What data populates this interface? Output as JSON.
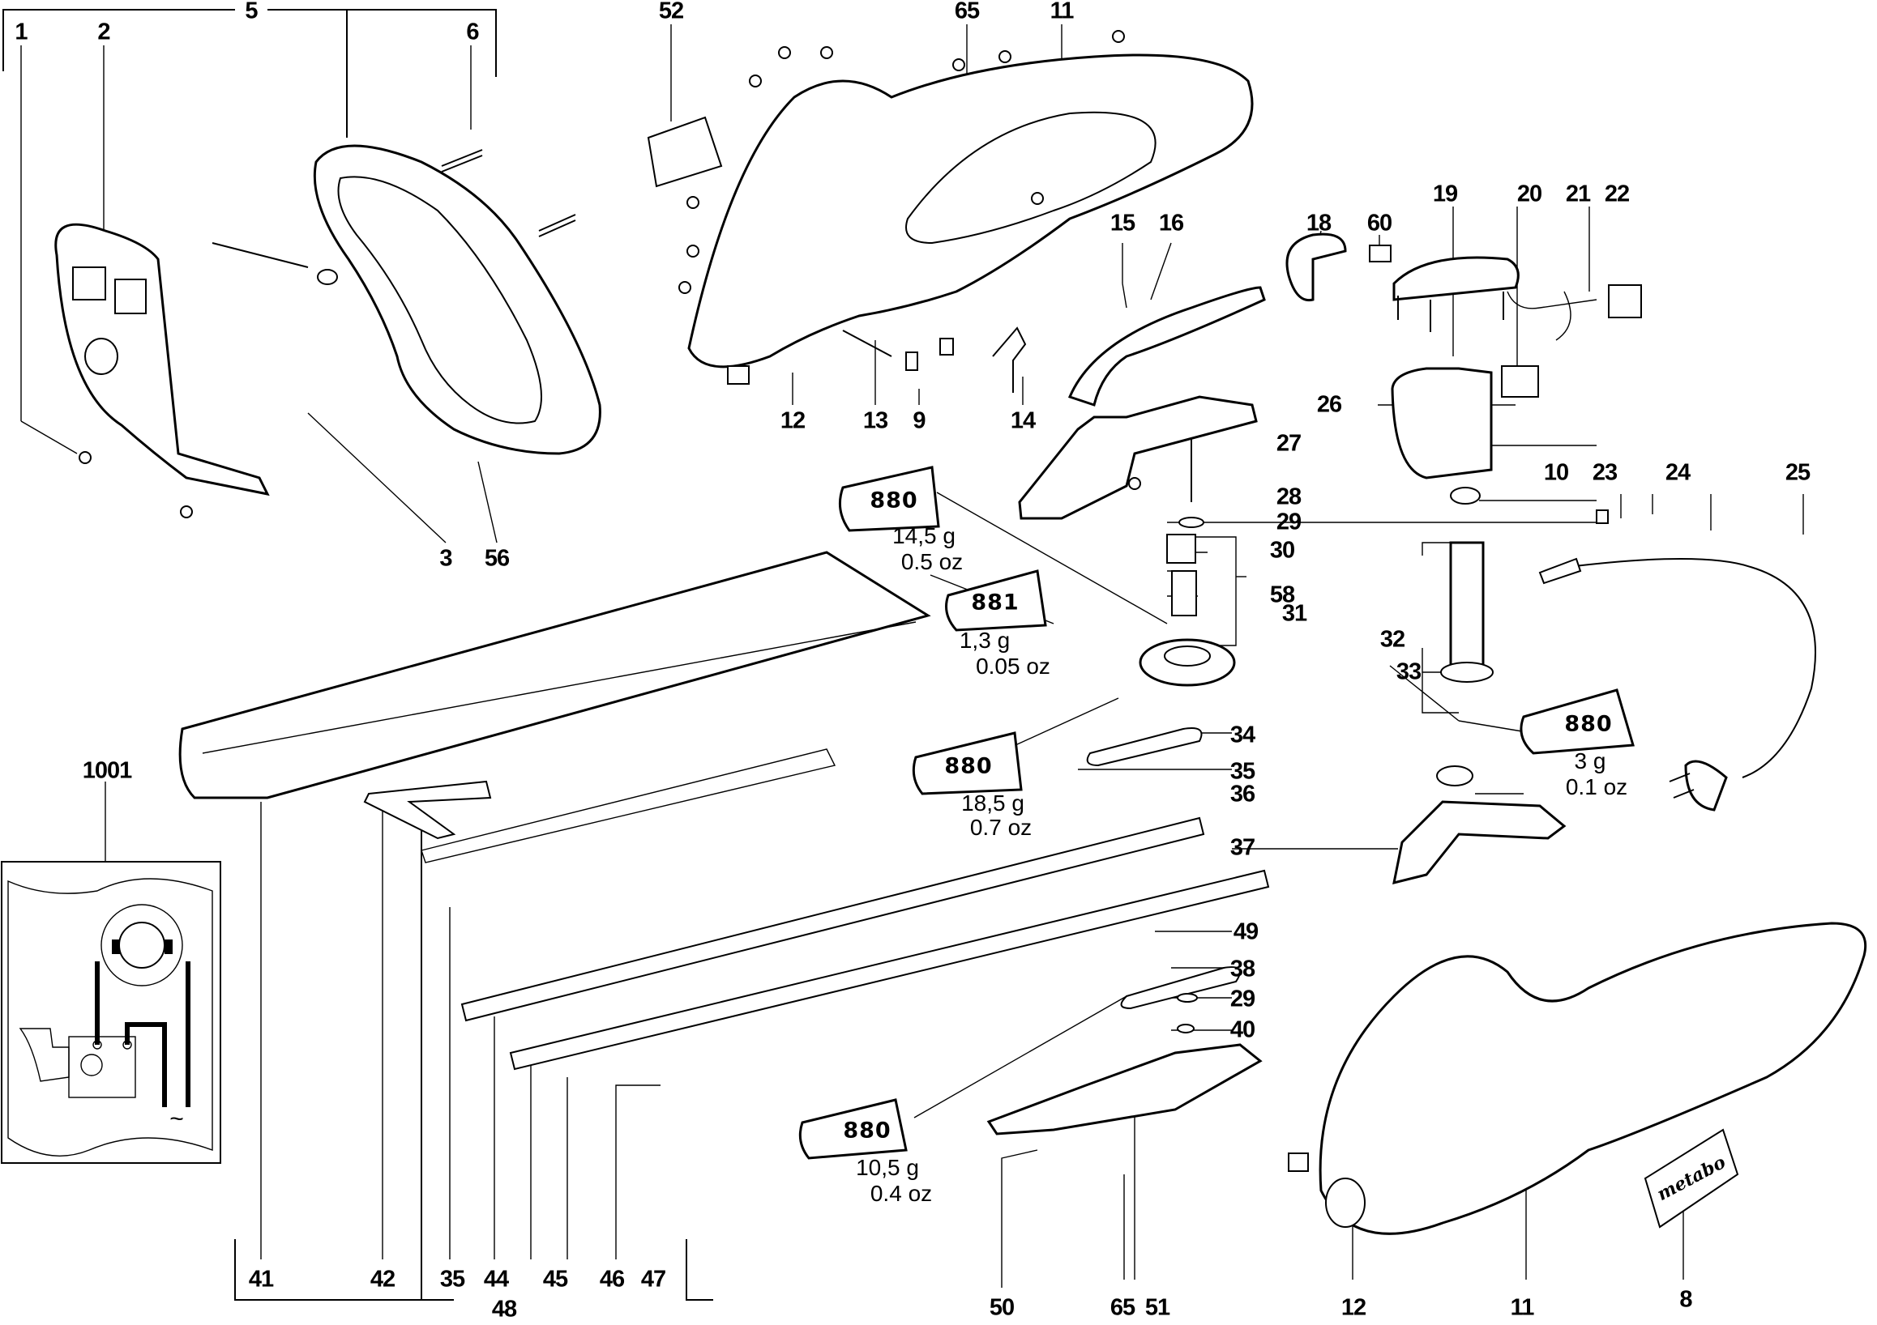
{
  "diagram": {
    "type": "exploded-parts-diagram",
    "subject": "hedge trimmer",
    "brand_label": "metabo",
    "part_labels": [
      {
        "id": "p1",
        "number": "1"
      },
      {
        "id": "p2",
        "number": "2"
      },
      {
        "id": "p5",
        "number": "5"
      },
      {
        "id": "p6",
        "number": "6"
      },
      {
        "id": "p52",
        "number": "52"
      },
      {
        "id": "p65a",
        "number": "65"
      },
      {
        "id": "p11a",
        "number": "11"
      },
      {
        "id": "p3",
        "number": "3"
      },
      {
        "id": "p56",
        "number": "56"
      },
      {
        "id": "p12a",
        "number": "12"
      },
      {
        "id": "p13",
        "number": "13"
      },
      {
        "id": "p9",
        "number": "9"
      },
      {
        "id": "p14",
        "number": "14"
      },
      {
        "id": "p15",
        "number": "15"
      },
      {
        "id": "p16",
        "number": "16"
      },
      {
        "id": "p18",
        "number": "18"
      },
      {
        "id": "p60",
        "number": "60"
      },
      {
        "id": "p19",
        "number": "19"
      },
      {
        "id": "p20",
        "number": "20"
      },
      {
        "id": "p21",
        "number": "21"
      },
      {
        "id": "p22",
        "number": "22"
      },
      {
        "id": "p26",
        "number": "26"
      },
      {
        "id": "p27",
        "number": "27"
      },
      {
        "id": "p28",
        "number": "28"
      },
      {
        "id": "p29a",
        "number": "29"
      },
      {
        "id": "p30",
        "number": "30"
      },
      {
        "id": "p58",
        "number": "58"
      },
      {
        "id": "p31",
        "number": "31"
      },
      {
        "id": "p10",
        "number": "10"
      },
      {
        "id": "p23",
        "number": "23"
      },
      {
        "id": "p24",
        "number": "24"
      },
      {
        "id": "p25",
        "number": "25"
      },
      {
        "id": "p32",
        "number": "32"
      },
      {
        "id": "p33",
        "number": "33"
      },
      {
        "id": "p34",
        "number": "34"
      },
      {
        "id": "p35a",
        "number": "35"
      },
      {
        "id": "p36",
        "number": "36"
      },
      {
        "id": "p37",
        "number": "37"
      },
      {
        "id": "p1001",
        "number": "1001"
      },
      {
        "id": "p49",
        "number": "49"
      },
      {
        "id": "p38",
        "number": "38"
      },
      {
        "id": "p29b",
        "number": "29"
      },
      {
        "id": "p40",
        "number": "40"
      },
      {
        "id": "p41",
        "number": "41"
      },
      {
        "id": "p42",
        "number": "42"
      },
      {
        "id": "p35b",
        "number": "35"
      },
      {
        "id": "p44",
        "number": "44"
      },
      {
        "id": "p45",
        "number": "45"
      },
      {
        "id": "p46",
        "number": "46"
      },
      {
        "id": "p47",
        "number": "47"
      },
      {
        "id": "p48",
        "number": "48"
      },
      {
        "id": "p50",
        "number": "50"
      },
      {
        "id": "p65b",
        "number": "65"
      },
      {
        "id": "p51",
        "number": "51"
      },
      {
        "id": "p12b",
        "number": "12"
      },
      {
        "id": "p11b",
        "number": "11"
      },
      {
        "id": "p8",
        "number": "8"
      }
    ],
    "grease_tubes": [
      {
        "code": "880",
        "grams": "14,5 g",
        "ounces": "0.5 oz"
      },
      {
        "code": "881",
        "grams": "1,3 g",
        "ounces": "0.05 oz"
      },
      {
        "code": "880",
        "grams": "18,5 g",
        "ounces": "0.7 oz"
      },
      {
        "code": "880",
        "grams": "3 g",
        "ounces": "0.1 oz"
      },
      {
        "code": "880",
        "grams": "10,5 g",
        "ounces": "0.4 oz"
      }
    ],
    "wiring_inset": {
      "label": "1001",
      "ac_symbol": "~"
    }
  }
}
